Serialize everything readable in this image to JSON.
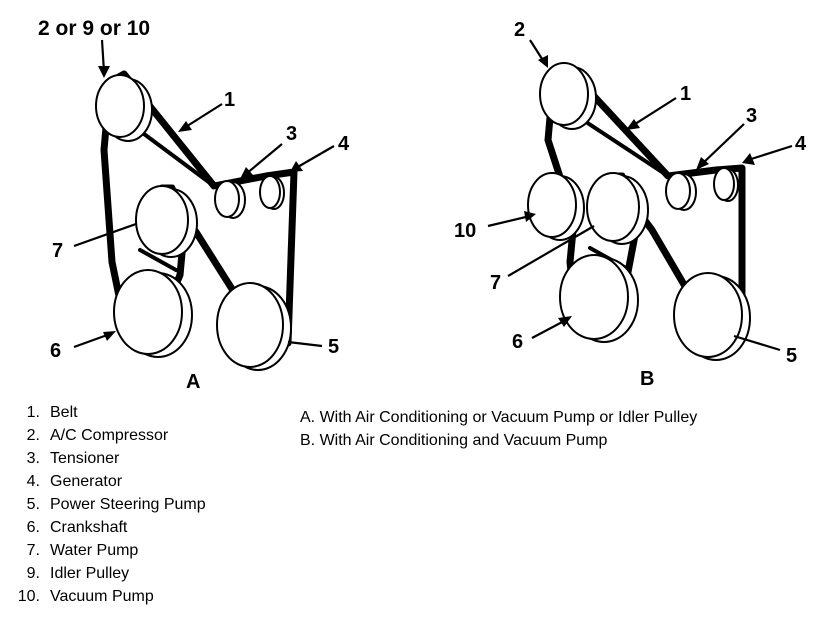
{
  "callouts": {
    "a": {
      "top": "2 or 9 or 10",
      "belt": "1",
      "tensioner": "3",
      "generator": "4",
      "power_steering": "5",
      "crankshaft": "6",
      "water_pump": "7"
    },
    "b": {
      "ac": "2",
      "belt": "1",
      "tensioner": "3",
      "generator": "4",
      "power_steering": "5",
      "crankshaft": "6",
      "water_pump": "7",
      "vacuum_pump": "10"
    }
  },
  "panels": {
    "a": "A",
    "b": "B"
  },
  "legend": [
    {
      "num": "1.",
      "label": "Belt"
    },
    {
      "num": "2.",
      "label": "A/C Compressor"
    },
    {
      "num": "3.",
      "label": "Tensioner"
    },
    {
      "num": "4.",
      "label": "Generator"
    },
    {
      "num": "5.",
      "label": "Power Steering Pump"
    },
    {
      "num": "6.",
      "label": "Crankshaft"
    },
    {
      "num": "7.",
      "label": "Water Pump"
    },
    {
      "num": "9.",
      "label": "Idler Pulley"
    },
    {
      "num": "10.",
      "label": "Vacuum Pump"
    }
  ],
  "variants": [
    "A.  With Air Conditioning or Vacuum Pump or Idler Pulley",
    "B.  With Air Conditioning and Vacuum Pump"
  ]
}
